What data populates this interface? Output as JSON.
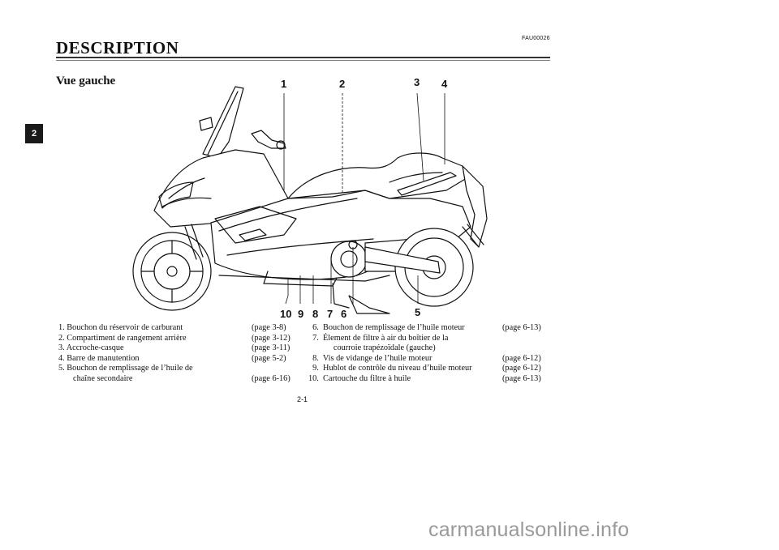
{
  "header": {
    "chapter_tab": "2",
    "code": "FAU00026",
    "title": "DESCRIPTION",
    "subtitle": "Vue gauche"
  },
  "callouts": [
    "1",
    "2",
    "3",
    "4",
    "5",
    "6",
    "7",
    "8",
    "9",
    "10"
  ],
  "legend_left": [
    {
      "text": "1.  Bouchon du réservoir de carburant",
      "page": "(page 3-8)"
    },
    {
      "text": "2.  Compartiment de rangement arrière",
      "page": "(page 3-12)"
    },
    {
      "text": "3.  Accroche-casque",
      "page": "(page 3-11)"
    },
    {
      "text": "4.  Barre de manutention",
      "page": "(page 5-2)"
    },
    {
      "text": "5.  Bouchon de remplissage de l’huile de",
      "page": ""
    },
    {
      "text": "       chaîne secondaire",
      "page": "(page 6-16)"
    }
  ],
  "legend_right": [
    {
      "text": "  6.  Bouchon de remplissage de l’huile moteur",
      "page": "(page 6-13)"
    },
    {
      "text": "  7.  Élement de filtre à air du boîtier de la",
      "page": ""
    },
    {
      "text": "            courroie trapézoïdale (gauche)",
      "page": ""
    },
    {
      "text": "  8.  Vis de vidange de l’huile moteur",
      "page": "(page 6-12)"
    },
    {
      "text": "  9.  Hublot de contrôle du niveau d’huile moteur",
      "page": "(page 6-12)"
    },
    {
      "text": "10.  Cartouche du filtre à huile",
      "page": "(page 6-13)"
    }
  ],
  "footer": {
    "page_number": "2-1",
    "watermark": "carmanualsonline.info"
  }
}
